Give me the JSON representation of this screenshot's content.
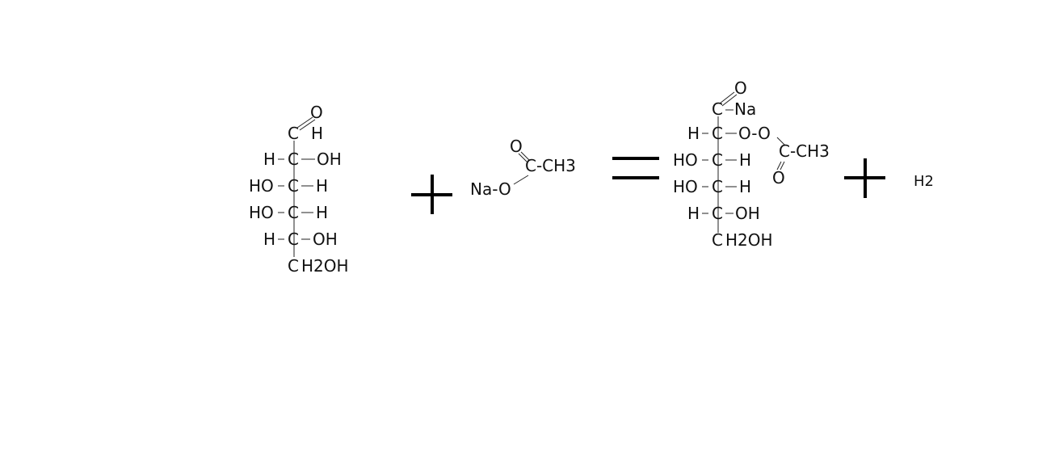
{
  "reactant1": {
    "o": "O",
    "c1": "C",
    "h1": "H",
    "r2_left": "H",
    "r2_c": "C",
    "r2_right": "OH",
    "r3_left": "HO",
    "r3_c": "C",
    "r3_right": "H",
    "r4_left": "HO",
    "r4_c": "C",
    "r4_right": "H",
    "r5_left": "H",
    "r5_c": "C",
    "r5_right": "OH",
    "c6": "C",
    "c6_rest": "H2OH"
  },
  "plus1": "+",
  "reactant2": {
    "o_top": "O",
    "c_ch3": "C-CH3",
    "na_o": "Na-O"
  },
  "equals": "=",
  "product": {
    "o_top": "O",
    "c1": "C",
    "na": "Na",
    "r2_left": "H",
    "r2_c": "C",
    "r2_oo": "O-O",
    "r3_left": "HO",
    "r3_c": "C",
    "r3_right": "H",
    "r4_left": "HO",
    "r4_c": "C",
    "r4_right": "H",
    "r5_left": "H",
    "r5_c": "C",
    "r5_right": "OH",
    "c6": "C",
    "c6_rest": "H2OH",
    "acetyl_c": "C-CH3",
    "acetyl_o": "O"
  },
  "plus2": "+",
  "byproduct": "H2"
}
